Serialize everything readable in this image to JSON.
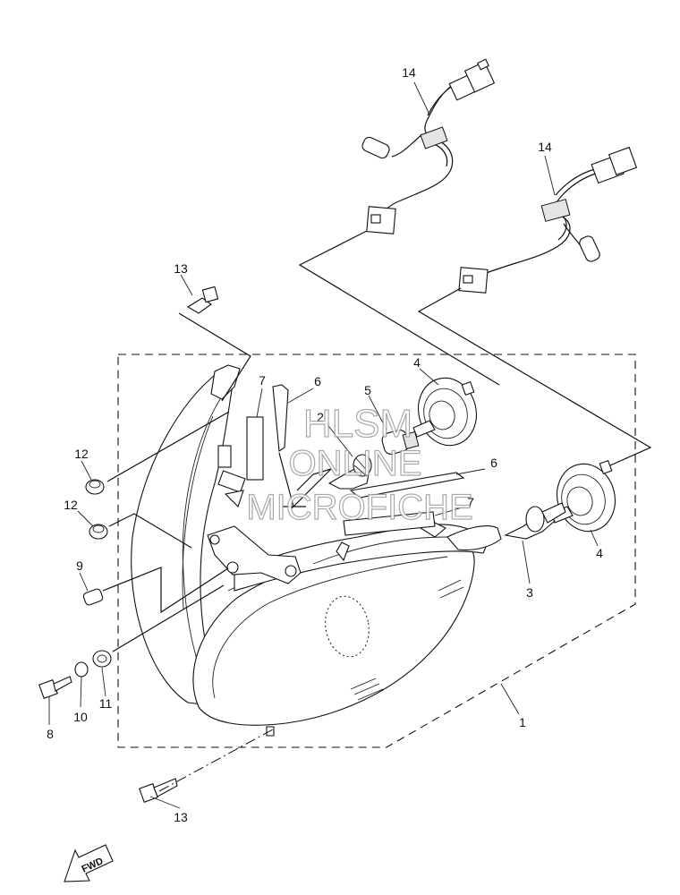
{
  "callouts": {
    "c1": "1",
    "c2": "2",
    "c3": "3",
    "c4a": "4",
    "c4b": "4",
    "c5": "5",
    "c6a": "6",
    "c6b": "6",
    "c7a": "7",
    "c7b": "7",
    "c8": "8",
    "c9": "9",
    "c10": "10",
    "c11": "11",
    "c12a": "12",
    "c12b": "12",
    "c13a": "13",
    "c13b": "13",
    "c14a": "14",
    "c14b": "14"
  },
  "watermark": {
    "line1": "HLSM",
    "line2": "ONLINE",
    "line3": "MICROFICHE"
  },
  "direction_badge": "FWD"
}
